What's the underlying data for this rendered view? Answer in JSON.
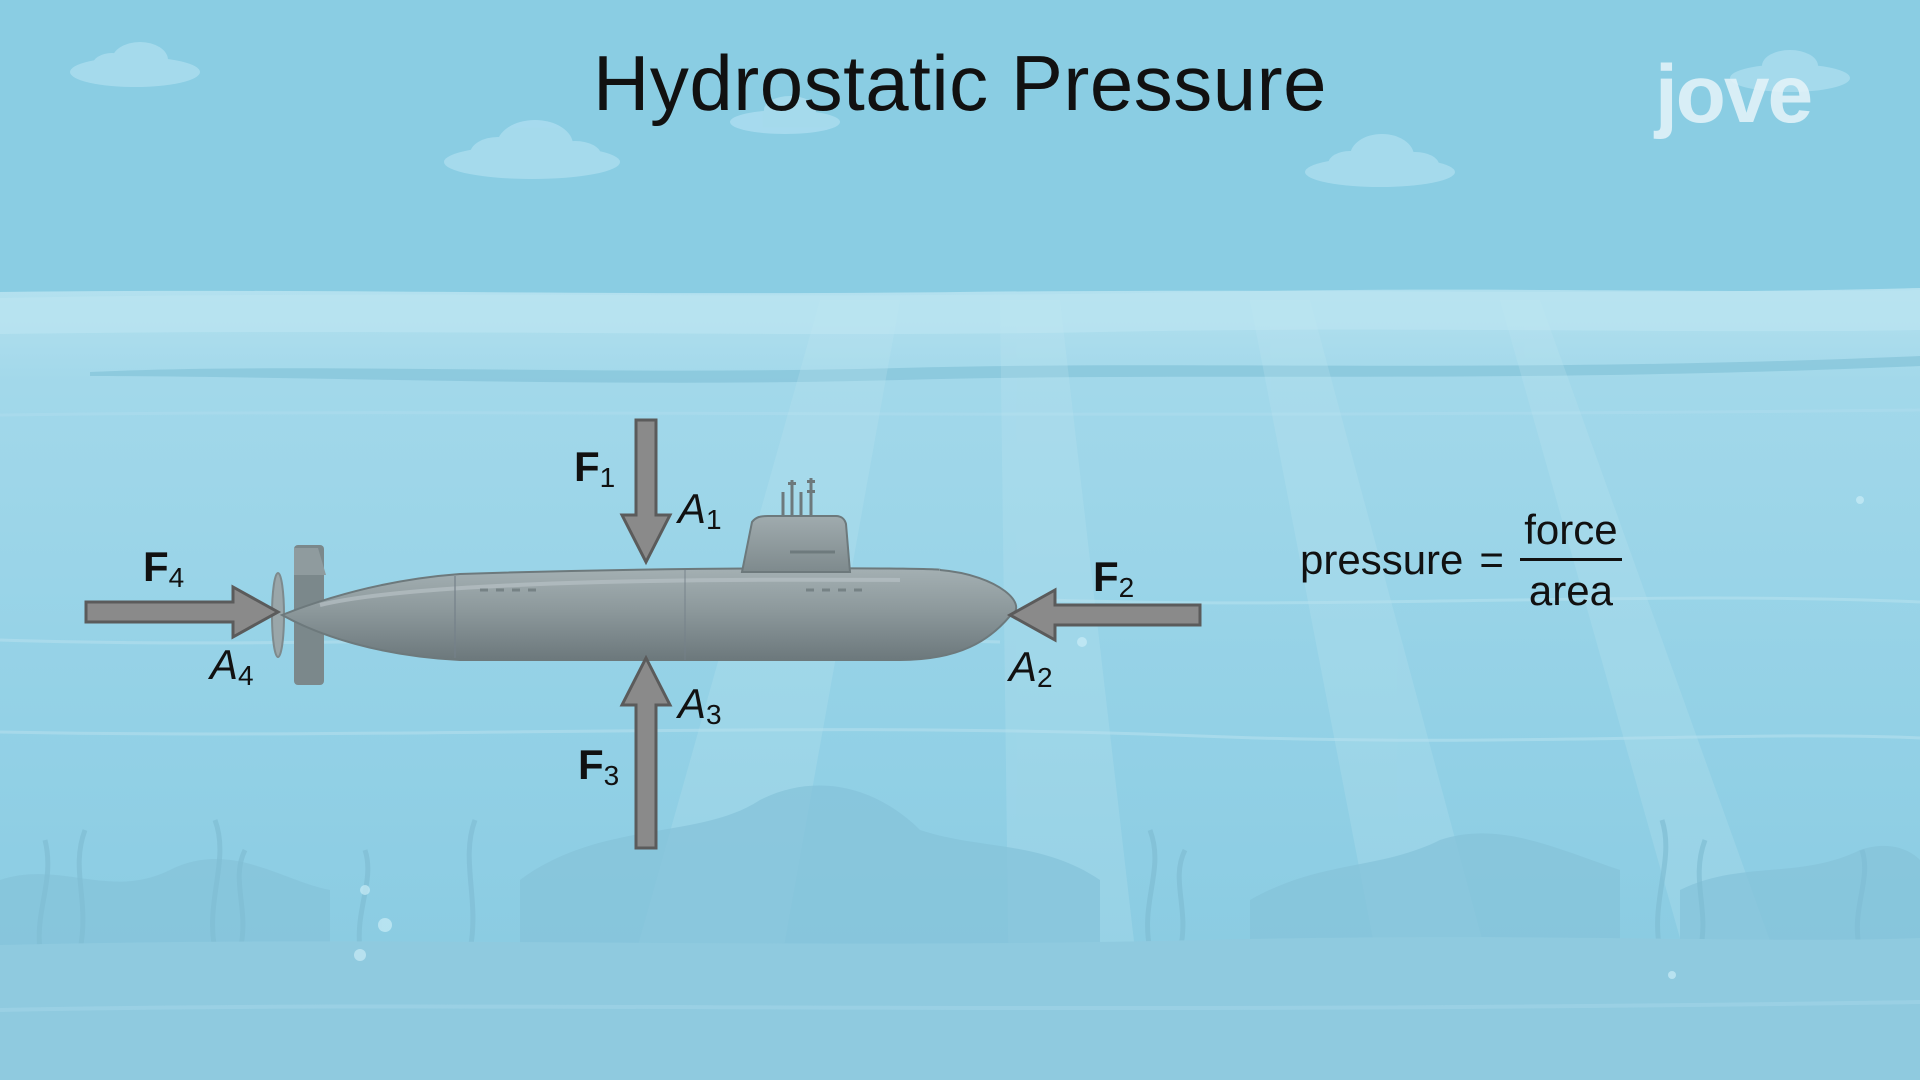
{
  "title": "Hydrostatic Pressure",
  "logo": {
    "text": "jove",
    "icon": "speech-bubble-icon"
  },
  "labels": {
    "f1": {
      "symbol": "F",
      "sub": "1"
    },
    "f2": {
      "symbol": "F",
      "sub": "2"
    },
    "f3": {
      "symbol": "F",
      "sub": "3"
    },
    "f4": {
      "symbol": "F",
      "sub": "4"
    },
    "a1": {
      "symbol": "A",
      "sub": "1"
    },
    "a2": {
      "symbol": "A",
      "sub": "2"
    },
    "a3": {
      "symbol": "A",
      "sub": "3"
    },
    "a4": {
      "symbol": "A",
      "sub": "4"
    }
  },
  "formula": {
    "lhs": "pressure",
    "equals": "=",
    "numerator": "force",
    "denominator": "area"
  },
  "colors": {
    "sky": "#8acde3",
    "water": "#9ed6e8",
    "arrow_fill": "#8a8a8a",
    "arrow_stroke": "#5a5a5a",
    "hull": "#8d9a9d",
    "hull_dark": "#6f7c80",
    "text": "#111111"
  },
  "icons": [
    "cloud-icon",
    "submarine-icon",
    "arrow-down-icon",
    "arrow-left-icon",
    "arrow-up-icon",
    "arrow-right-icon"
  ]
}
